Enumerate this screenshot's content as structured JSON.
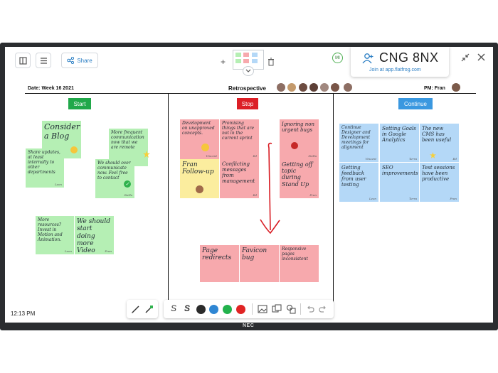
{
  "board": {
    "date": "Date: Week 16 2021",
    "title": "Retrospective",
    "pm": "PM: Fran",
    "clock": "12:13 PM"
  },
  "toolbar_top": {
    "share_label": "Share"
  },
  "session": {
    "code": "CNG 8NX",
    "join": "Join at app.flatfrog.com",
    "user_initials": "MI"
  },
  "columns": {
    "start": "Start",
    "stop": "Stop",
    "continue": "Continue"
  },
  "notes": {
    "start": [
      {
        "text": "Consider a Blog"
      },
      {
        "text": "More frequent communication now that we are remote"
      },
      {
        "text": "Share updates, at least internally to other departments",
        "sig": "Leon"
      },
      {
        "text": "We should over communicate now. Feel free to contact",
        "sig": "Stella"
      },
      {
        "text": "More resources? Invest in Motion and Animation.",
        "sig": "Leon"
      },
      {
        "text": "We should start doing more Video",
        "sig": "Fran"
      }
    ],
    "stop": [
      {
        "text": "Development on unapproved concepts.",
        "sig": "Vincent"
      },
      {
        "text": "Promising things that are not in the current sprint",
        "sig": "Ed"
      },
      {
        "text": "Ignoring non urgent bugs",
        "sig": "Stella"
      },
      {
        "text": "Fran Follow-up"
      },
      {
        "text": "Conflicting messages from management",
        "sig": "Ed"
      },
      {
        "text": "Getting off topic during Stand Up",
        "sig": "Fran"
      },
      {
        "text": "Page redirects"
      },
      {
        "text": "Favicon bug"
      },
      {
        "text": "Responsive pages inconsistent"
      }
    ],
    "continue": [
      {
        "text": "Continue Designer and Development meetings for alignment",
        "sig": "Vincent"
      },
      {
        "text": "Setting Goals in Google Analytics",
        "sig": "Terra"
      },
      {
        "text": "The new CMS has been useful",
        "sig": "Ed"
      },
      {
        "text": "Getting feedback from user testing",
        "sig": "Leon"
      },
      {
        "text": "SEO improvements",
        "sig": "Terra"
      },
      {
        "text": "Test sessions have been productive",
        "sig": "Fran"
      }
    ]
  },
  "pen_colors": [
    "#2b2b2b",
    "#2f86d3",
    "#22b24c",
    "#e02424"
  ],
  "brand": "NEC"
}
